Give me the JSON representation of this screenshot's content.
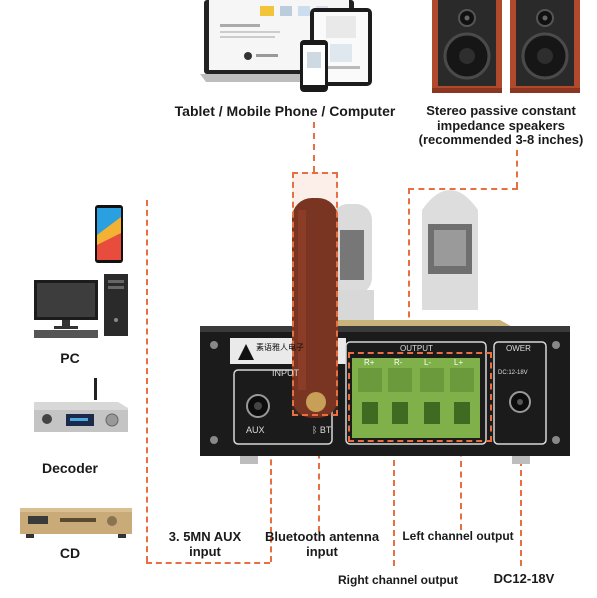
{
  "labels": {
    "devices_top": "Tablet / Mobile Phone / Computer",
    "speakers_line1": "Stereo passive constant",
    "speakers_line2": "impedance speakers",
    "speakers_line3": "(recommended 3-8 inches)",
    "pc": "PC",
    "decoder": "Decoder",
    "cd": "CD",
    "aux_line1": "3. 5MN AUX",
    "aux_line2": "input",
    "bt_line1": "Bluetooth antenna",
    "bt_line2": "input",
    "left_output": "Left channel output",
    "right_output": "Right channel output",
    "dc": "DC12-18V"
  },
  "panel": {
    "brand_text": "素语雅人电子",
    "input_title": "INPUT",
    "aux_jack_label": "AUX",
    "bt_jack_label": "BT",
    "output_title": "OUTPUT",
    "terminals": [
      "R+",
      "R-",
      "L-",
      "L+"
    ],
    "power_title": "OWER",
    "power_rating": "DC:12-18V"
  },
  "colors": {
    "accent": "#e87040",
    "chassis": "#1b1b1b",
    "terminal_green": "#7fb04a",
    "speaker_wood": "#b14a2c"
  }
}
